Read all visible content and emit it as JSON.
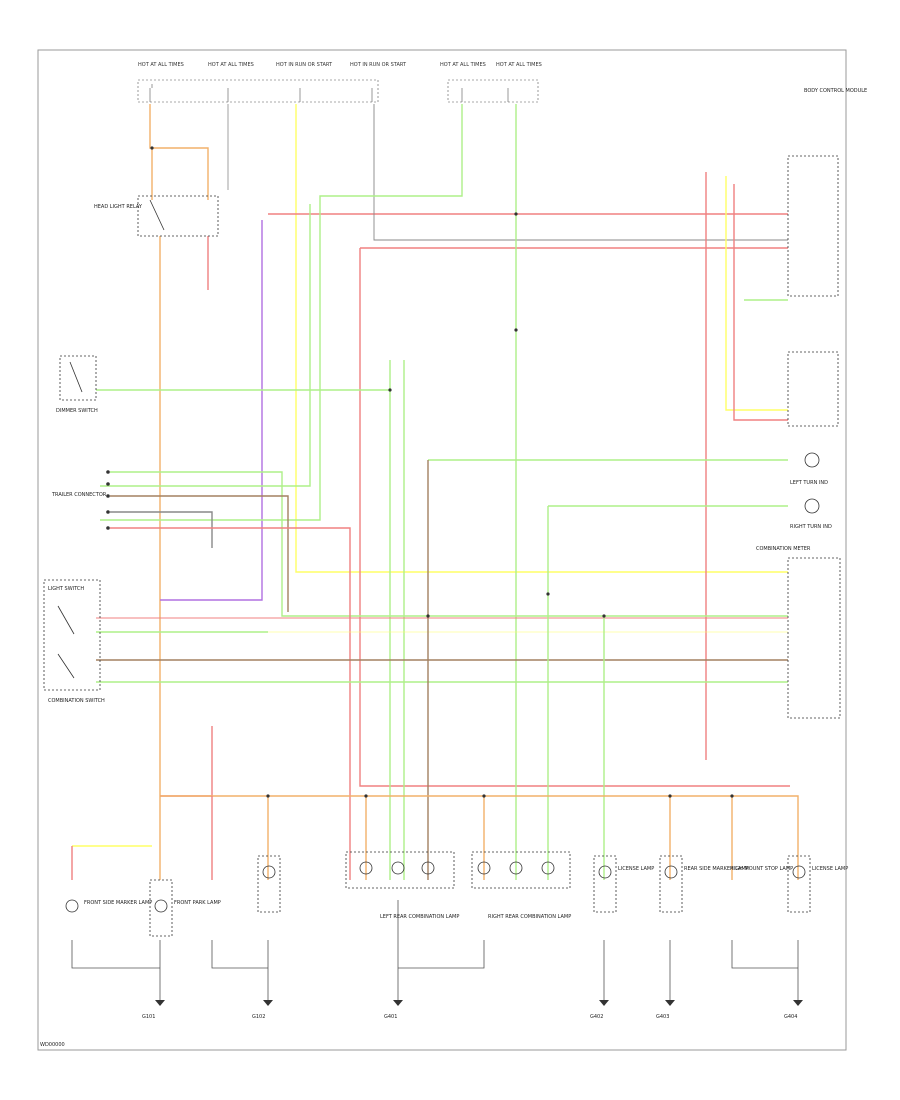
{
  "diagram": {
    "footer_code": "WD00000",
    "colors": {
      "red_blk": "#f08080",
      "org": "#f2b06a",
      "yel": "#ffff66",
      "grn": "#aef088",
      "vio": "#b070e0",
      "brn": "#a38060",
      "gray": "#8a8a8a",
      "black": "#000000",
      "outline": "#333333"
    },
    "top_fuses": [
      "HOT AT ALL TIMES",
      "HOT AT ALL TIMES",
      "HOT IN RUN OR START",
      "HOT IN RUN OR START",
      "HOT AT ALL TIMES",
      "HOT AT ALL TIMES"
    ],
    "left_labels": {
      "head_relay": "HEAD LIGHT RELAY",
      "dimmer": "DIMMER SWITCH",
      "trailer": "TRAILER CONNECTOR",
      "light_switch": "LIGHT SWITCH",
      "combo_switch": "COMBINATION SWITCH"
    },
    "right_labels": {
      "module": "BODY CONTROL MODULE",
      "combo_meter": "COMBINATION METER",
      "left_turn": "LEFT TURN IND",
      "right_turn": "RIGHT TURN IND"
    },
    "bottom_lamps": [
      "FRONT SIDE MARKER LAMP",
      "FRONT PARK LAMP",
      "LEFT REAR COMBINATION LAMP",
      "RIGHT REAR COMBINATION LAMP",
      "LICENSE LAMP",
      "REAR SIDE MARKER LAMP",
      "HIGH MOUNT STOP LAMP",
      "LICENSE LAMP"
    ],
    "grounds": [
      "G101",
      "G102",
      "G401",
      "G402",
      "G403",
      "G404"
    ]
  }
}
